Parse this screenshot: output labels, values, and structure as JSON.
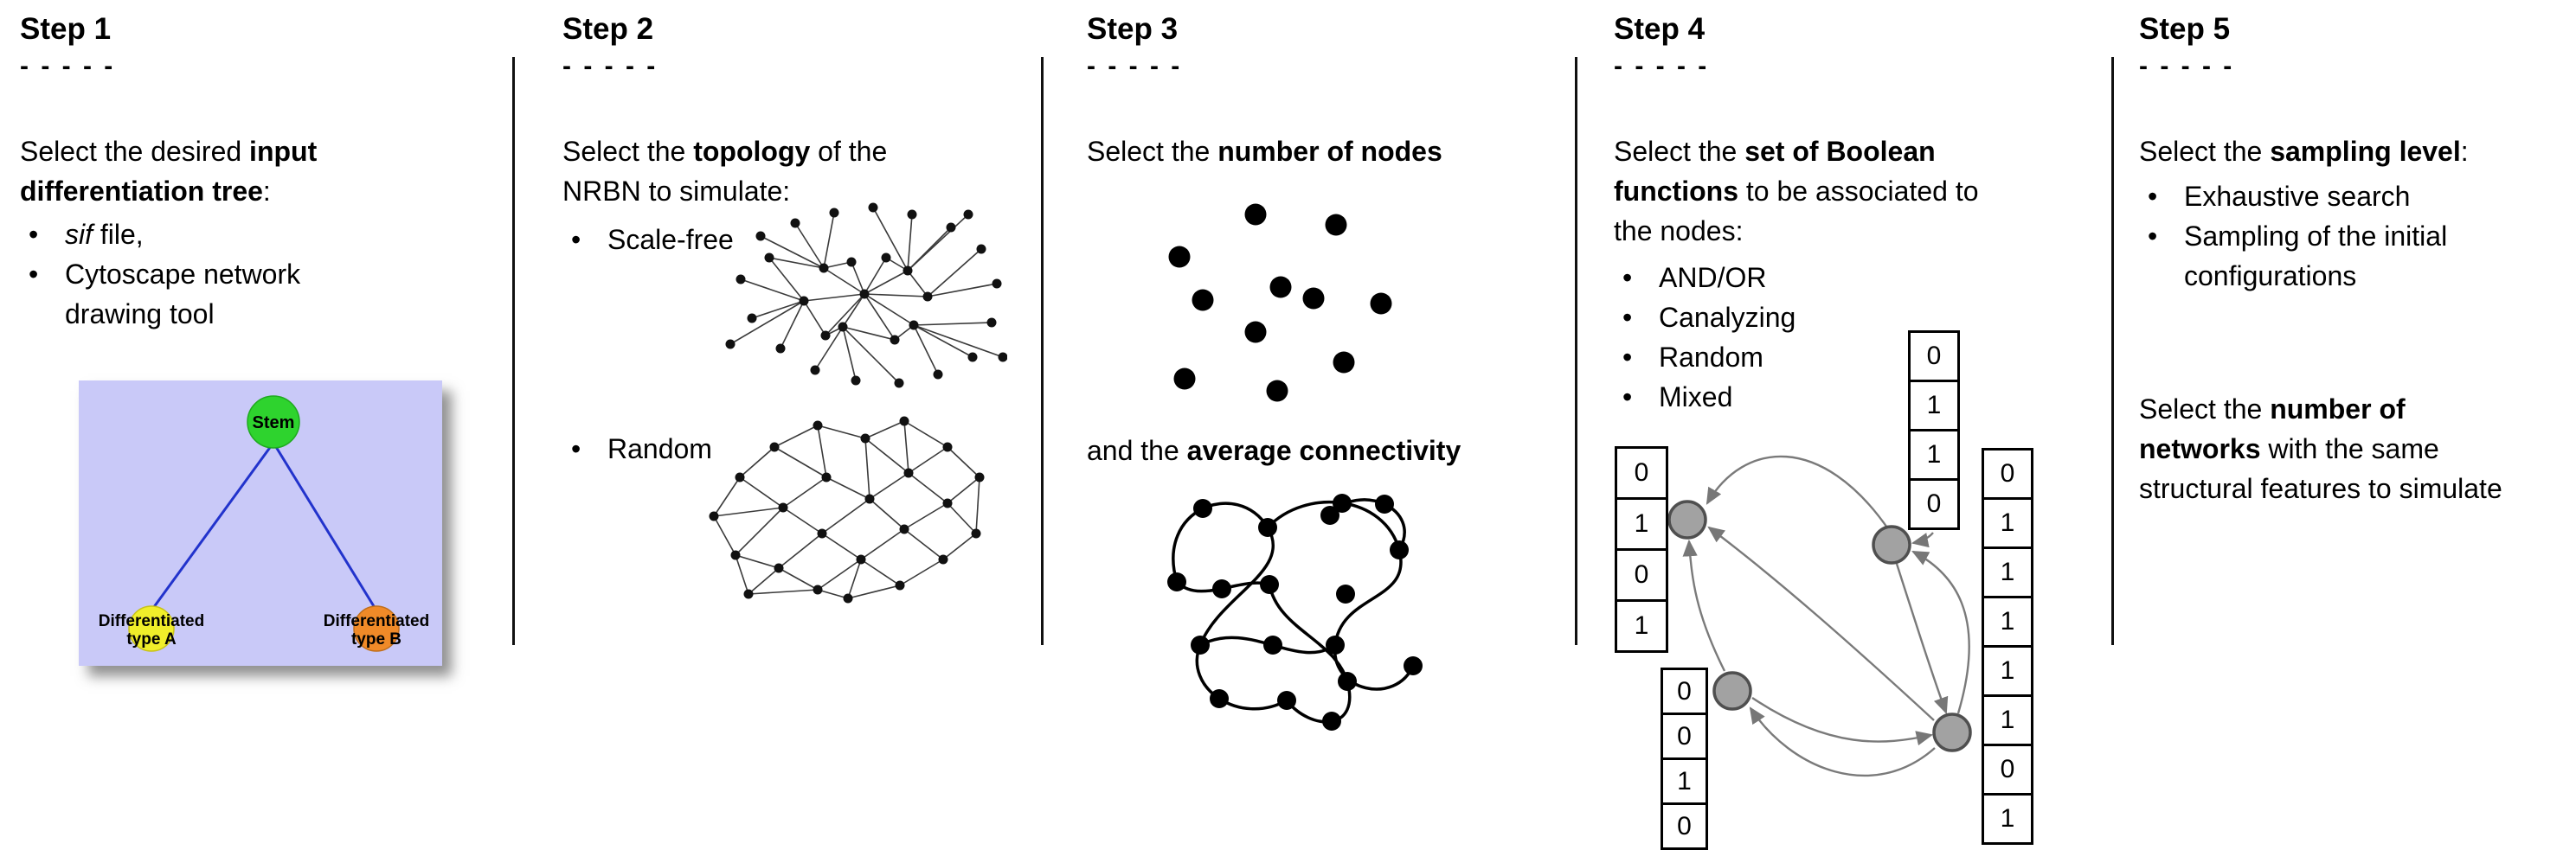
{
  "ui": {
    "dashes": "- - - - -",
    "bullet": "•"
  },
  "colors": {
    "tree_bg": "#c9c9f8",
    "stem_green": "#2ed32e",
    "type_a_yellow": "#f0ee2a",
    "type_b_orange": "#f08a28",
    "tree_edge_blue": "#2233cc"
  },
  "steps": [
    {
      "title": "Step 1",
      "intro": {
        "pre": "Select the desired ",
        "bold": "input differentiation tree",
        "post": ":"
      },
      "bullets": [
        {
          "italic": "sif",
          "rest": " file,"
        },
        {
          "text": "Cytoscape network drawing tool"
        }
      ],
      "tree": {
        "root": "Stem",
        "left": {
          "line1": "Differentiated",
          "line2": "type A"
        },
        "right": {
          "line1": "Differentiated",
          "line2": "type B"
        }
      }
    },
    {
      "title": "Step 2",
      "intro": {
        "pre": "Select the ",
        "bold": "topology",
        "post": " of the NRBN to simulate:"
      },
      "bullets": [
        {
          "text": "Scale-free"
        },
        {
          "text": "Random"
        }
      ]
    },
    {
      "title": "Step 3",
      "intro": {
        "pre": "Select the ",
        "bold": "number of nodes",
        "post": ""
      },
      "second": {
        "pre": "and the ",
        "bold": "average connectivity",
        "post": ""
      }
    },
    {
      "title": "Step 4",
      "intro": {
        "pre": "Select the ",
        "bold": "set of Boolean functions",
        "post": " to be associated to the nodes:"
      },
      "bullets": [
        {
          "text": "AND/OR"
        },
        {
          "text": "Canalyzing"
        },
        {
          "text": "Random"
        },
        {
          "text": "Mixed"
        }
      ],
      "truth_tables": {
        "left": [
          "0",
          "1",
          "0",
          "1"
        ],
        "top": [
          "0",
          "1",
          "1",
          "0"
        ],
        "right": [
          "0",
          "1",
          "1",
          "1",
          "1",
          "1",
          "0",
          "1"
        ],
        "bottom": [
          "0",
          "0",
          "1",
          "0"
        ]
      }
    },
    {
      "title": "Step 5",
      "intro": {
        "pre": "Select the ",
        "bold": "sampling level",
        "post": ":"
      },
      "bullets": [
        {
          "text": "Exhaustive search"
        },
        {
          "text": "Sampling of the initial configurations"
        }
      ],
      "second": {
        "pre": "Select the ",
        "bold": "number of networks",
        "post": " with the same structural features to simulate"
      }
    }
  ]
}
